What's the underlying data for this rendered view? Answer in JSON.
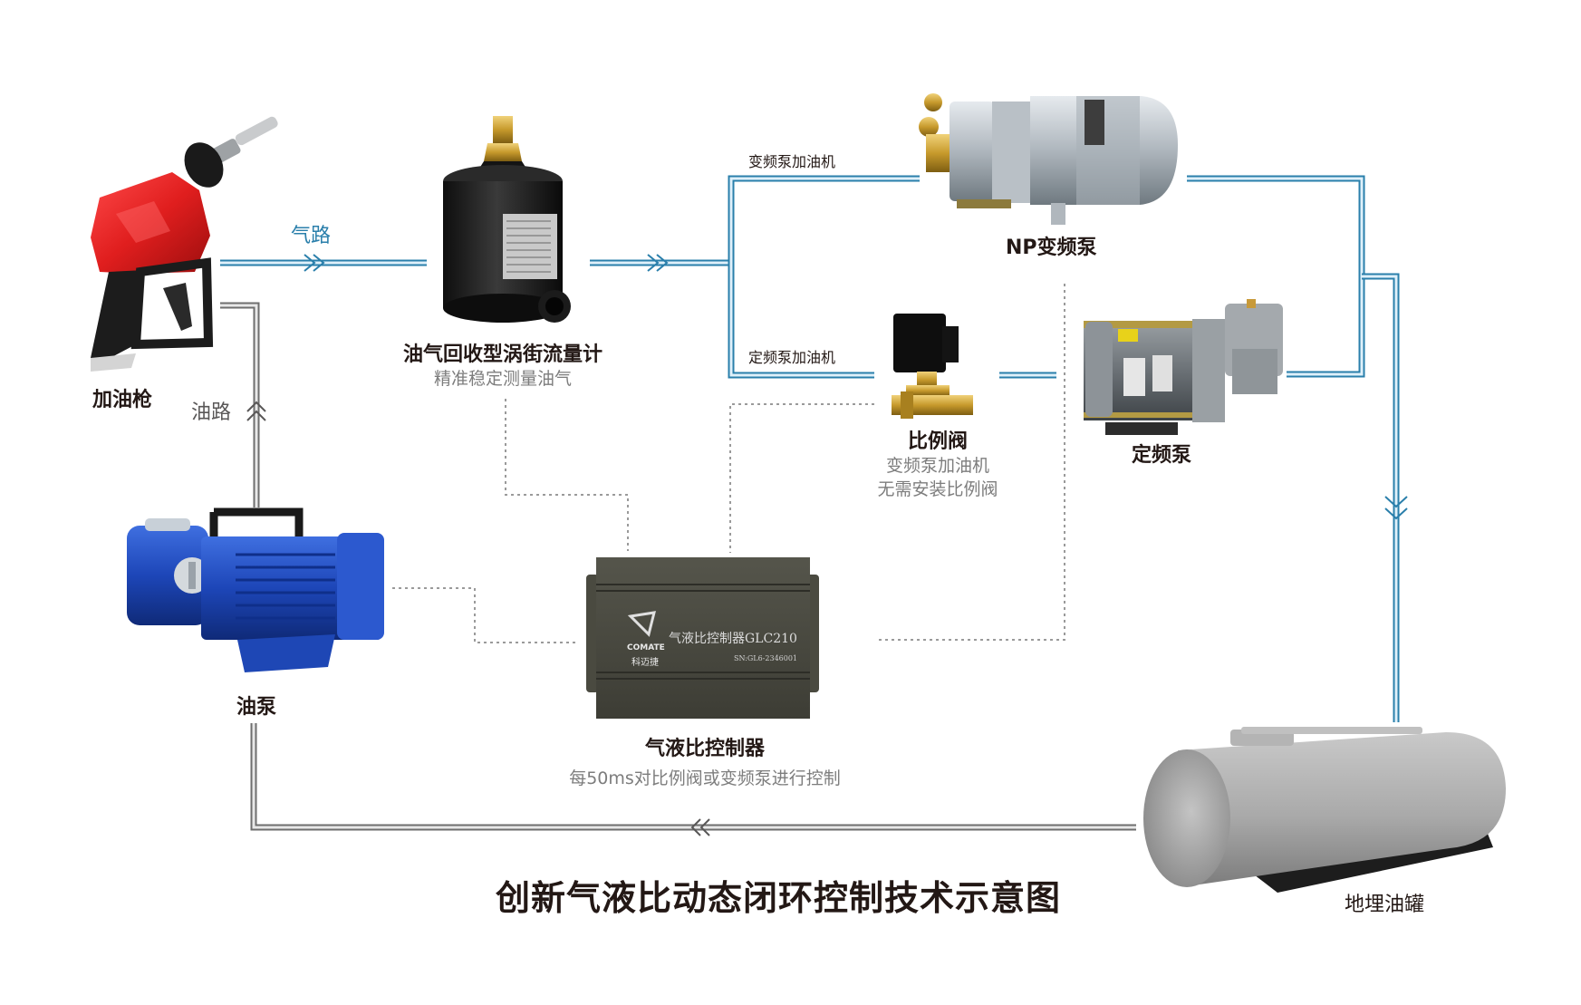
{
  "diagram": {
    "title": "创新气液比动态闭环控制技术示意图",
    "colors": {
      "air_pipe": "#2a7fab",
      "air_pipe_highlight": "#dff0fa",
      "oil_pipe": "#6e6e6e",
      "oil_pipe_highlight": "#e8e8e8",
      "signal_line": "#9a9a9a",
      "controller_body": "#4a4a40"
    },
    "flows": {
      "air": "气路",
      "oil": "油路"
    },
    "branches": {
      "variable": "变频泵加油机",
      "fixed": "定频泵加油机"
    },
    "components": {
      "nozzle": {
        "name": "加油枪"
      },
      "flowmeter": {
        "name": "油气回收型涡街流量计",
        "note": "精准稳定测量油气"
      },
      "np_pump": {
        "name": "NP变频泵"
      },
      "valve": {
        "name": "比例阀",
        "note_line1": "变频泵加油机",
        "note_line2": "无需安装比例阀"
      },
      "fixed_pump": {
        "name": "定频泵"
      },
      "oil_pump": {
        "name": "油泵"
      },
      "controller": {
        "name": "气液比控制器",
        "note": "每50ms对比例阀或变频泵进行控制",
        "device_label": "气液比控制器GLC210",
        "serial": "SN:GL6-2346001",
        "brand_en": "COMATE",
        "brand_cn": "科迈捷"
      },
      "tank": {
        "name": "地埋油罐"
      }
    }
  }
}
